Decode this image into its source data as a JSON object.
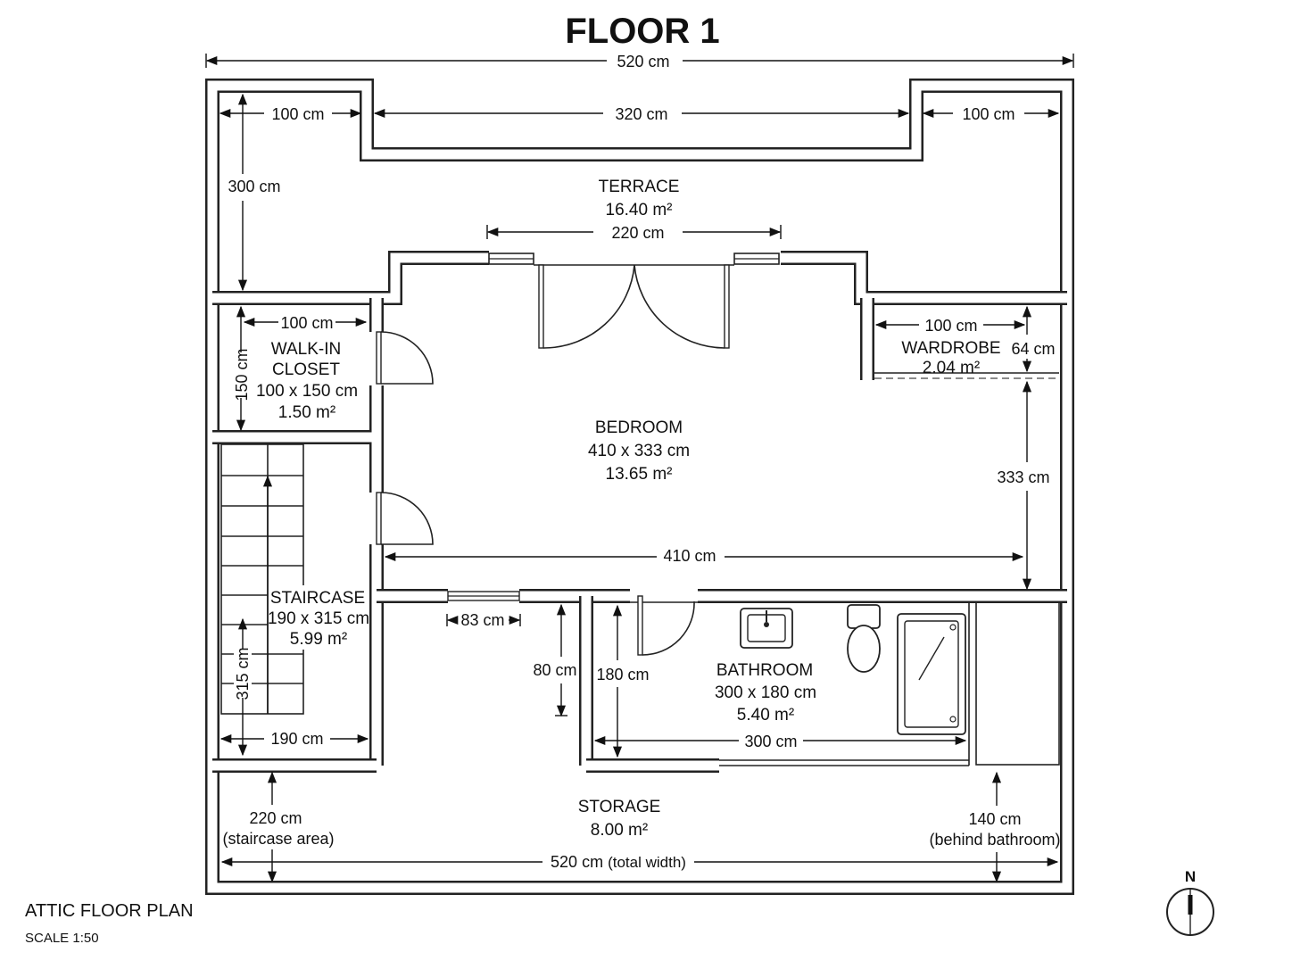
{
  "title": "FLOOR 1",
  "plan_label": "ATTIC FLOOR PLAN",
  "scale": "SCALE 1:50",
  "north": "N",
  "rooms": {
    "terrace": {
      "name": "TERRACE",
      "area": "16.40 m²"
    },
    "walkin": {
      "name1": "WALK-IN",
      "name2": "CLOSET",
      "size": "100 x 150 cm",
      "area": "1.50 m²"
    },
    "wardrobe": {
      "name": "WARDROBE",
      "area": "2.04 m²"
    },
    "bedroom": {
      "name": "BEDROOM",
      "size": "410 x 333 cm",
      "area": "13.65 m²"
    },
    "staircase": {
      "name": "STAIRCASE",
      "size": "190 x 315 cm",
      "area": "5.99 m²"
    },
    "bathroom": {
      "name": "BATHROOM",
      "size": "300 x 180 cm",
      "area": "5.40 m²"
    },
    "storage": {
      "name": "STORAGE",
      "area": "8.00 m²"
    }
  },
  "dims": {
    "total_width": "520 cm",
    "left_recess": "100 cm",
    "mid_recess": "320 cm",
    "right_recess": "100 cm",
    "terrace_depth": "300 cm",
    "terrace_door": "220 cm",
    "walkin_width": "100 cm",
    "walkin_depth": "150 cm",
    "wardrobe_width": "100 cm",
    "wardrobe_depth": "64 cm",
    "bedroom_depth": "333 cm",
    "bedroom_width": "410 cm",
    "window": "83 cm",
    "hall": "80 cm",
    "bath_depth": "180 cm",
    "bath_width": "300 cm",
    "stair_depth": "315 cm",
    "stair_width": "190 cm",
    "storage_left": "220 cm",
    "storage_left_note": "(staircase area)",
    "storage_right": "140 cm",
    "storage_right_note": "(behind bathroom)",
    "storage_total": "520 cm",
    "storage_total_note": "(total width)"
  }
}
